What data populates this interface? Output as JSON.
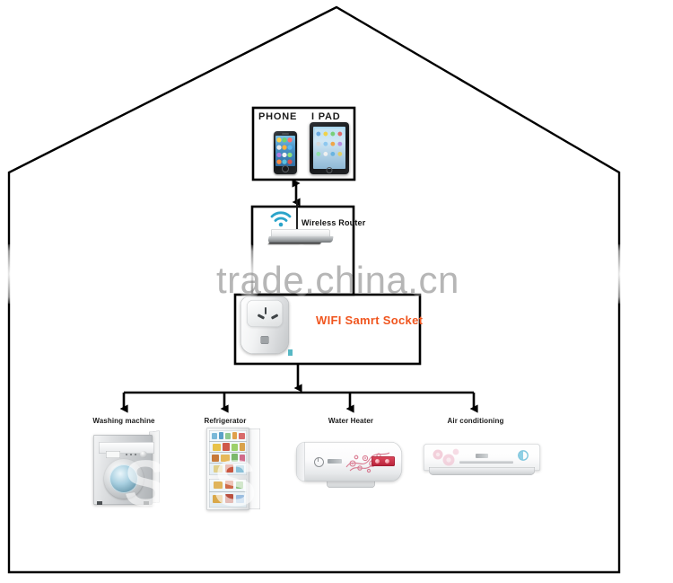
{
  "scene": {
    "title": "WiFi Smart Socket home automation diagram",
    "background": "#ffffff",
    "house_outline_color": "#000000"
  },
  "devices_box": {
    "phone_label": "PHONE",
    "ipad_label": "I PAD",
    "wifi_icon": "wifi-icon",
    "wifi_color": "#29a3c9"
  },
  "router_box": {
    "label": "Wireless Router",
    "wifi_icon": "wifi-icon",
    "wifi_color": "#29a3c9"
  },
  "socket_box": {
    "label": "WIFI Samrt Socket",
    "label_color": "#f0551e"
  },
  "appliances": [
    {
      "label": "Washing machine",
      "icon": "washing-machine-icon"
    },
    {
      "label": "Refrigerator",
      "icon": "refrigerator-icon"
    },
    {
      "label": "Water Heater",
      "icon": "water-heater-icon"
    },
    {
      "label": "Air conditioning",
      "icon": "air-conditioner-icon"
    }
  ],
  "watermark": {
    "text": "trade.china.cn",
    "color": "#828282",
    "letter": "S"
  }
}
